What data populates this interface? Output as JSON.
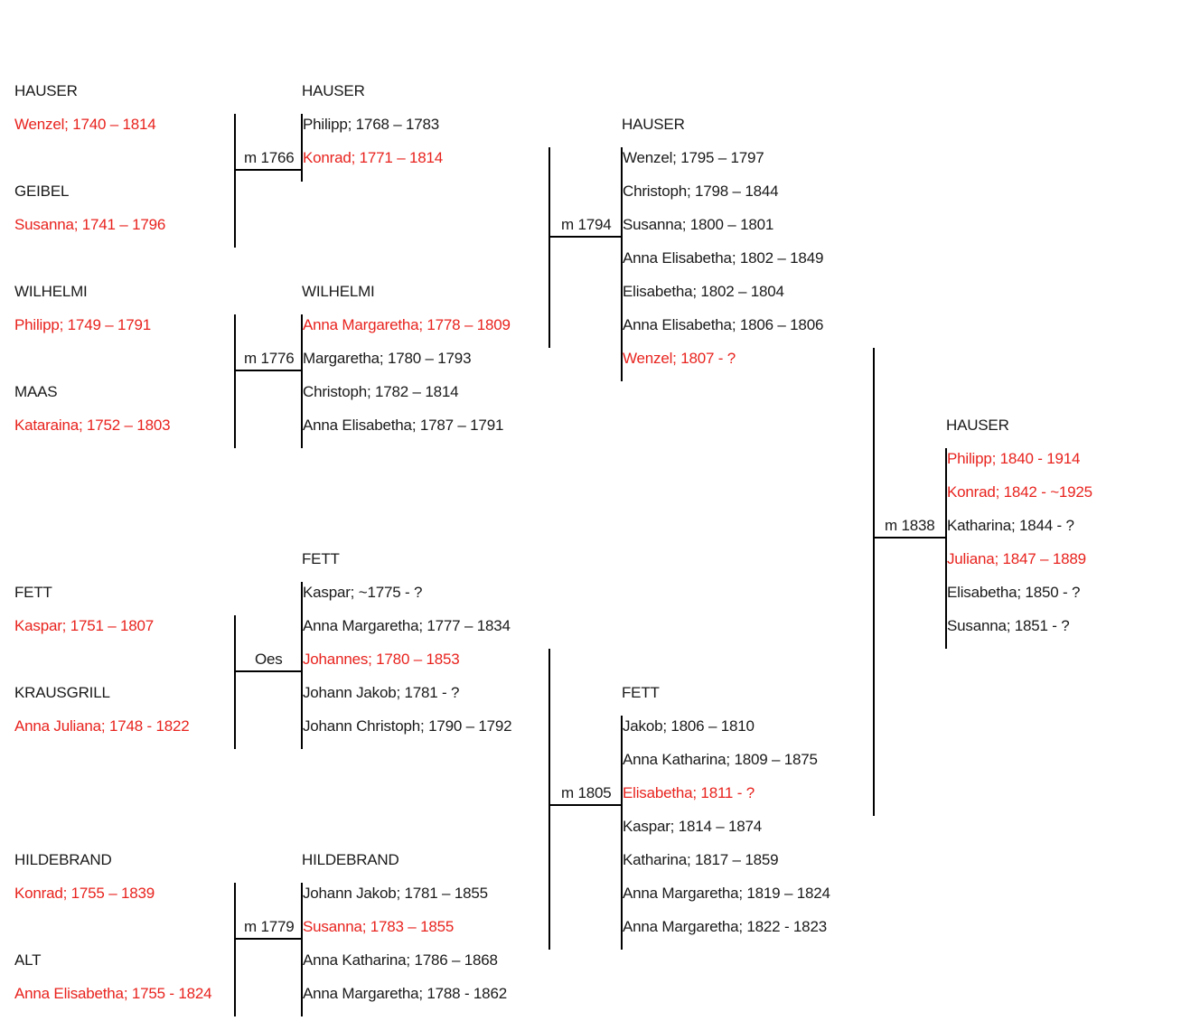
{
  "colors": {
    "highlight": "#e8231e",
    "text": "#1a1a1a",
    "line": "#000000"
  },
  "gen1": {
    "hauser": {
      "surname": "HAUSER",
      "name": "Wenzel; 1740 – 1814"
    },
    "geibel": {
      "surname": "GEIBEL",
      "name": "Susanna; 1741 – 1796"
    },
    "wilhelmi": {
      "surname": "WILHELMI",
      "name": "Philipp; 1749 – 1791"
    },
    "maas": {
      "surname": "MAAS",
      "name": "Kataraina; 1752 – 1803"
    },
    "fett": {
      "surname": "FETT",
      "name": "Kaspar; 1751 – 1807"
    },
    "krausgrill": {
      "surname": "KRAUSGRILL",
      "name": "Anna Juliana; 1748 - 1822"
    },
    "hildebrand": {
      "surname": "HILDEBRAND",
      "name": "Konrad; 1755 – 1839"
    },
    "alt": {
      "surname": "ALT",
      "name": "Anna Elisabetha; 1755 - 1824"
    }
  },
  "marriages": {
    "m1766": "m 1766",
    "m1776": "m 1776",
    "oes": "Oes",
    "m1779": "m 1779",
    "m1794": "m 1794",
    "m1805": "m 1805",
    "m1838": "m 1838"
  },
  "gen2": {
    "hauser": {
      "surname": "HAUSER",
      "children": [
        "Philipp; 1768 – 1783",
        "Konrad; 1771 – 1814"
      ]
    },
    "wilhelmi": {
      "surname": "WILHELMI",
      "children": [
        "Anna Margaretha; 1778 – 1809",
        "Margaretha; 1780 – 1793",
        "Christoph; 1782 – 1814",
        "Anna Elisabetha; 1787 – 1791"
      ]
    },
    "fett": {
      "surname": "FETT",
      "children": [
        "Kaspar; ~1775 - ?",
        "Anna Margaretha; 1777 – 1834",
        "Johannes; 1780 – 1853",
        "Johann Jakob; 1781 - ?",
        "Johann Christoph; 1790 – 1792"
      ]
    },
    "hildebrand": {
      "surname": "HILDEBRAND",
      "children": [
        "Johann Jakob; 1781 – 1855",
        "Susanna; 1783 – 1855",
        "Anna Katharina; 1786 – 1868",
        "Anna Margaretha; 1788 - 1862"
      ]
    }
  },
  "gen3": {
    "hauser": {
      "surname": "HAUSER",
      "children": [
        "Wenzel; 1795 – 1797",
        "Christoph; 1798 – 1844",
        "Susanna; 1800 – 1801",
        "Anna Elisabetha; 1802 – 1849",
        "Elisabetha; 1802 – 1804",
        "Anna Elisabetha; 1806 – 1806",
        "Wenzel; 1807 - ?"
      ]
    },
    "fett": {
      "surname": "FETT",
      "children": [
        "Jakob; 1806 – 1810",
        "Anna Katharina; 1809 – 1875",
        "Elisabetha; 1811 - ?",
        "Kaspar; 1814 – 1874",
        "Katharina; 1817 – 1859",
        "Anna Margaretha; 1819 – 1824",
        "Anna Margaretha; 1822 - 1823"
      ]
    }
  },
  "gen4": {
    "hauser": {
      "surname": "HAUSER",
      "children": [
        "Philipp; 1840 - 1914",
        "Konrad; 1842 - ~1925",
        "Katharina; 1844 - ?",
        "Juliana; 1847 – 1889",
        "Elisabetha; 1850 - ?",
        "Susanna; 1851 - ?"
      ]
    }
  }
}
